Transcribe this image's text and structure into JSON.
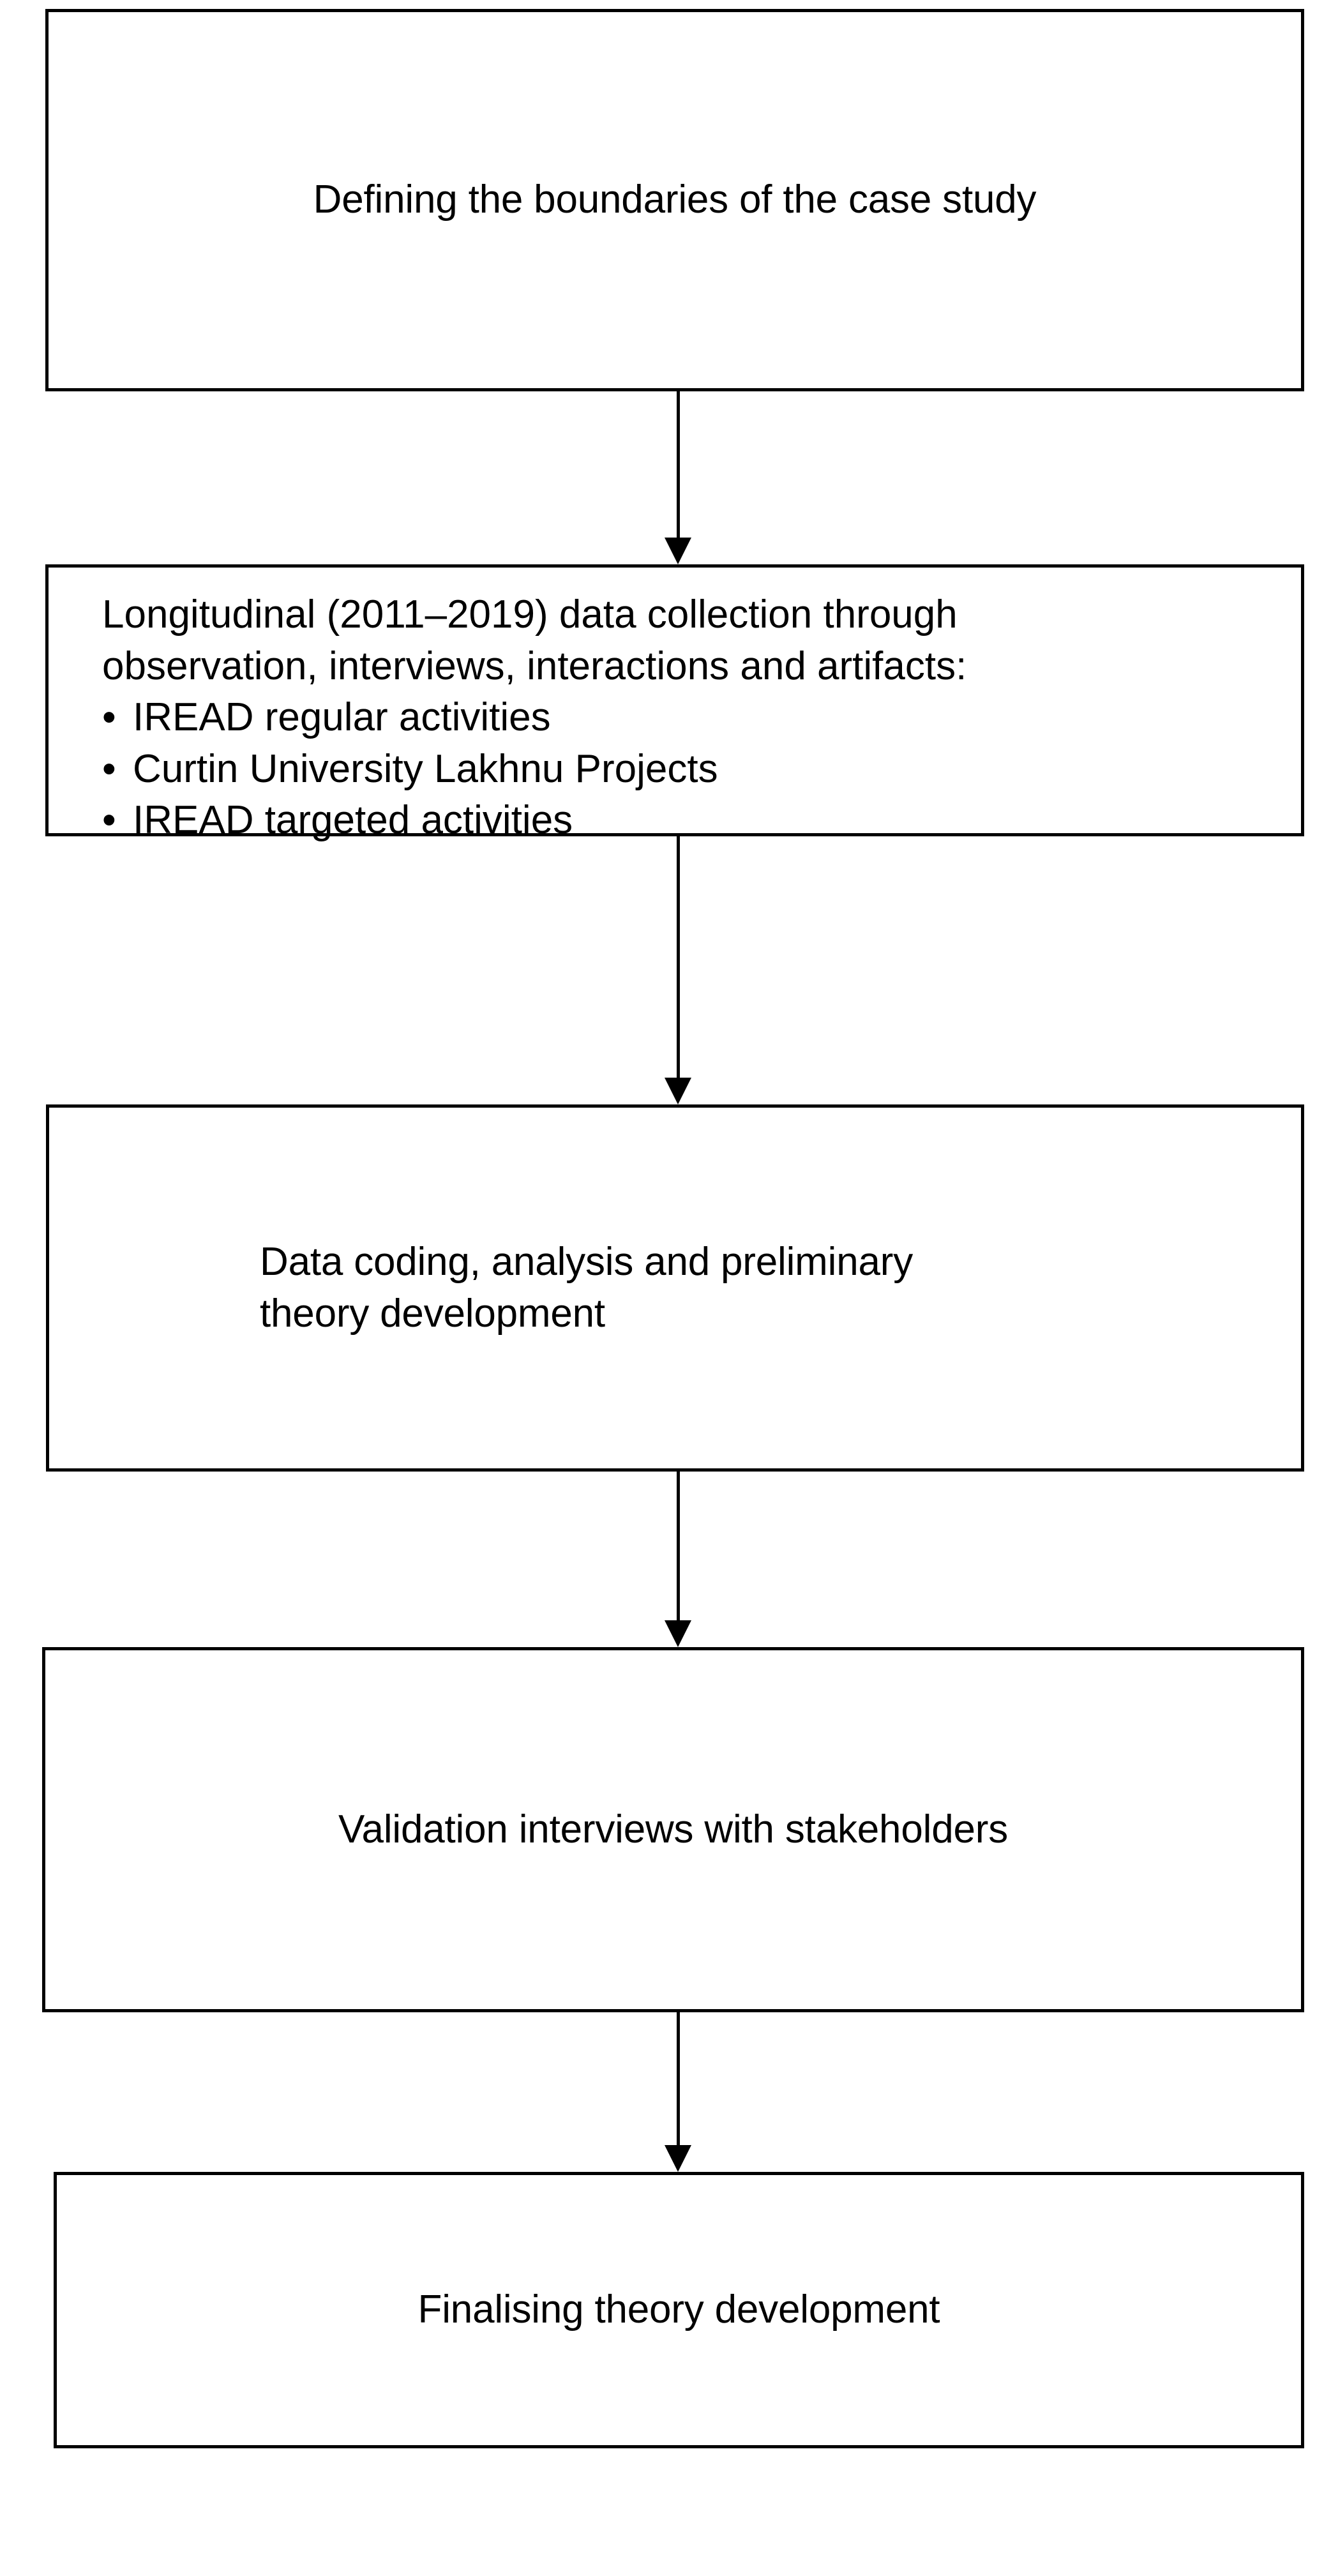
{
  "diagram": {
    "title": "Case study research process",
    "orientation": "vertical-top-to-bottom",
    "background_color": "#ffffff",
    "stroke_color": "#000000",
    "text_color": "#000000"
  },
  "nodes": [
    {
      "id": "node-1",
      "order": 1,
      "label": "Defining the boundaries of the case study",
      "align": "center"
    },
    {
      "id": "node-2",
      "order": 2,
      "lead_line_1": "Longitudinal (2011–2019)  data collection through",
      "lead_line_2": "observation, interviews, interactions and artifacts:",
      "bullet_marker": "•",
      "bullets": [
        "IREAD regular activities",
        "Curtin University Lakhnu Projects",
        "IREAD targeted activities"
      ],
      "align": "left"
    },
    {
      "id": "node-3",
      "order": 3,
      "label": "Data coding, analysis and preliminary\ntheory development",
      "align": "left"
    },
    {
      "id": "node-4",
      "order": 4,
      "label": "Validation interviews with stakeholders",
      "align": "center"
    },
    {
      "id": "node-5",
      "order": 5,
      "label": "Finalising theory development",
      "align": "center"
    }
  ],
  "connectors": [
    {
      "id": "arrow-1",
      "from": "node-1",
      "to": "node-2",
      "direction": "down"
    },
    {
      "id": "arrow-2",
      "from": "node-2",
      "to": "node-3",
      "direction": "down"
    },
    {
      "id": "arrow-3",
      "from": "node-3",
      "to": "node-4",
      "direction": "down"
    },
    {
      "id": "arrow-4",
      "from": "node-4",
      "to": "node-5",
      "direction": "down"
    }
  ]
}
